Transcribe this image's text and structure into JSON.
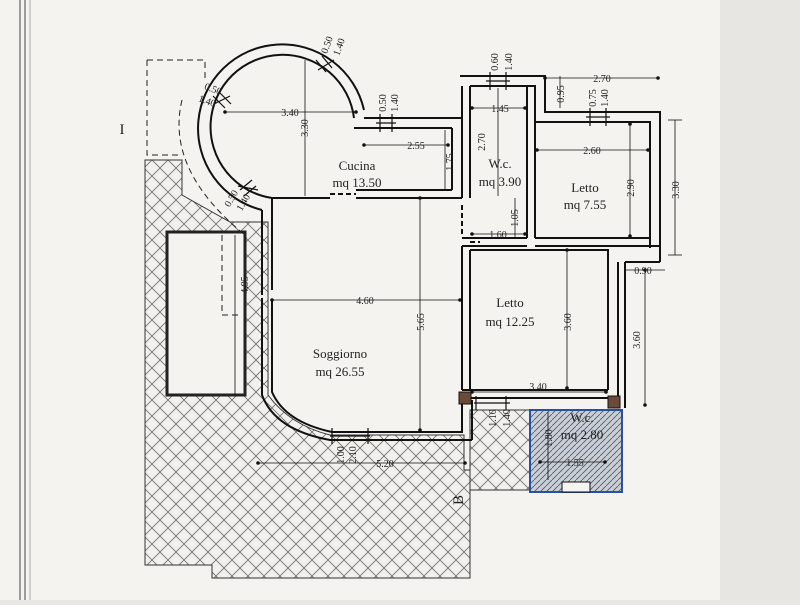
{
  "rooms": {
    "cucina": {
      "name": "Cucina",
      "area": "mq 13.50"
    },
    "wc1": {
      "name": "W.c.",
      "area": "mq 3.90"
    },
    "letto1": {
      "name": "Letto",
      "area": "mq 7.55"
    },
    "letto2": {
      "name": "Letto",
      "area": "mq 12.25"
    },
    "soggiorno": {
      "name": "Soggiorno",
      "area": "mq 26.55"
    },
    "wc2": {
      "name": "W.c.",
      "area": "mq 2.80"
    }
  },
  "dimensions": {
    "d_270": "2.70",
    "d_340_round": "3.40",
    "d_330_round": "3.30",
    "d_255": "2.55",
    "d_175": "1.75",
    "d_145": "1.45",
    "d_270_v": "2.70",
    "d_260": "2.60",
    "d_290": "2.90",
    "d_330_right": "3.30",
    "d_095": "0.95",
    "d_075": "0.75",
    "d_140_top": "1.40",
    "d_060": "0.60",
    "d_140_wc": "1.40",
    "d_050_k": "0.50",
    "d_140_k": "1.40",
    "d_050_arc": "0.50",
    "d_140_arc": "1.40",
    "d_050_left": "0.50",
    "d_140_left": "1.40",
    "d_050_low": "0.50",
    "d_140_low": "1.40",
    "d_160": "1.60",
    "d_105": "1.05",
    "d_090": "0.90",
    "d_360_right": "3.60",
    "d_360": "3.60",
    "d_460": "4.60",
    "d_565": "5.65",
    "d_495": "4.95",
    "d_340": "3.40",
    "d_110": "1.10",
    "d_140_b": "1.40",
    "d_180": "1.80",
    "d_155": "1.55",
    "d_100": "1.00",
    "d_210": "2.10",
    "d_520": "5.20"
  },
  "section_marks": {
    "a": "I",
    "b": "B"
  },
  "colors": {
    "wall": "#111111",
    "hatch": "#555555",
    "wc_blue": "#2a4fa0",
    "paper": "#f4f3ef"
  }
}
